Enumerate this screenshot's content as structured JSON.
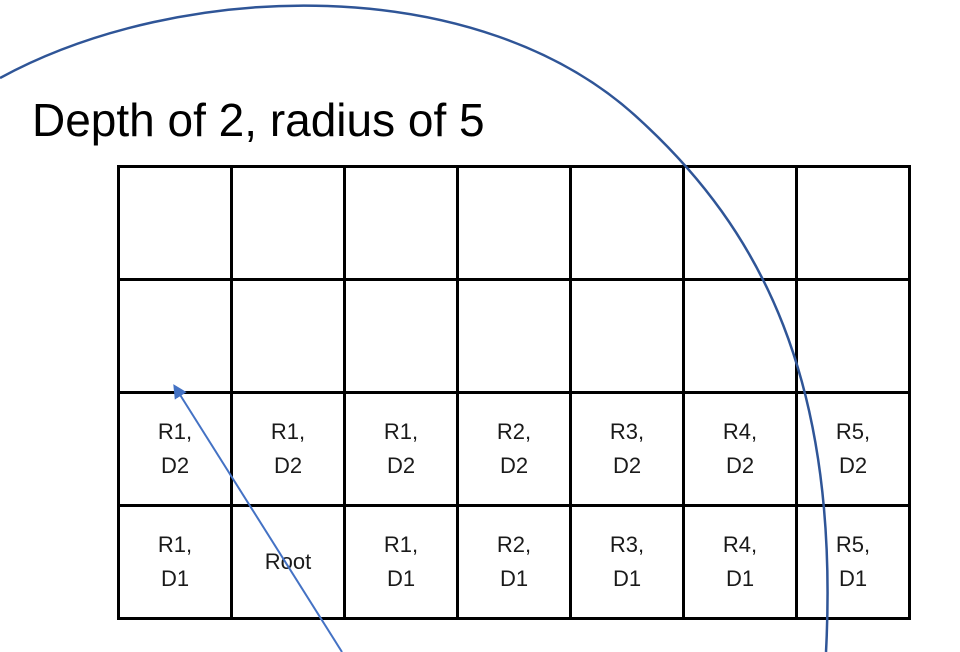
{
  "title": "Depth of 2, radius of 5",
  "grid": {
    "rows": [
      [
        {
          "line1": "",
          "line2": ""
        },
        {
          "line1": "",
          "line2": ""
        },
        {
          "line1": "",
          "line2": ""
        },
        {
          "line1": "",
          "line2": ""
        },
        {
          "line1": "",
          "line2": ""
        },
        {
          "line1": "",
          "line2": ""
        },
        {
          "line1": "",
          "line2": ""
        }
      ],
      [
        {
          "line1": "",
          "line2": ""
        },
        {
          "line1": "",
          "line2": ""
        },
        {
          "line1": "",
          "line2": ""
        },
        {
          "line1": "",
          "line2": ""
        },
        {
          "line1": "",
          "line2": ""
        },
        {
          "line1": "",
          "line2": ""
        },
        {
          "line1": "",
          "line2": ""
        }
      ],
      [
        {
          "line1": "R1,",
          "line2": "D2"
        },
        {
          "line1": "R1,",
          "line2": "D2"
        },
        {
          "line1": "R1,",
          "line2": "D2"
        },
        {
          "line1": "R2,",
          "line2": "D2"
        },
        {
          "line1": "R3,",
          "line2": "D2"
        },
        {
          "line1": "R4,",
          "line2": "D2"
        },
        {
          "line1": "R5,",
          "line2": "D2"
        }
      ],
      [
        {
          "line1": "R1,",
          "line2": "D1"
        },
        {
          "line1": "Root",
          "line2": ""
        },
        {
          "line1": "R1,",
          "line2": "D1"
        },
        {
          "line1": "R2,",
          "line2": "D1"
        },
        {
          "line1": "R3,",
          "line2": "D1"
        },
        {
          "line1": "R4,",
          "line2": "D1"
        },
        {
          "line1": "R5,",
          "line2": "D1"
        }
      ]
    ]
  },
  "colors": {
    "arc": "#2f5597",
    "arrow": "#4472c4",
    "grid_border": "#000000",
    "text": "#1a1a1a"
  }
}
